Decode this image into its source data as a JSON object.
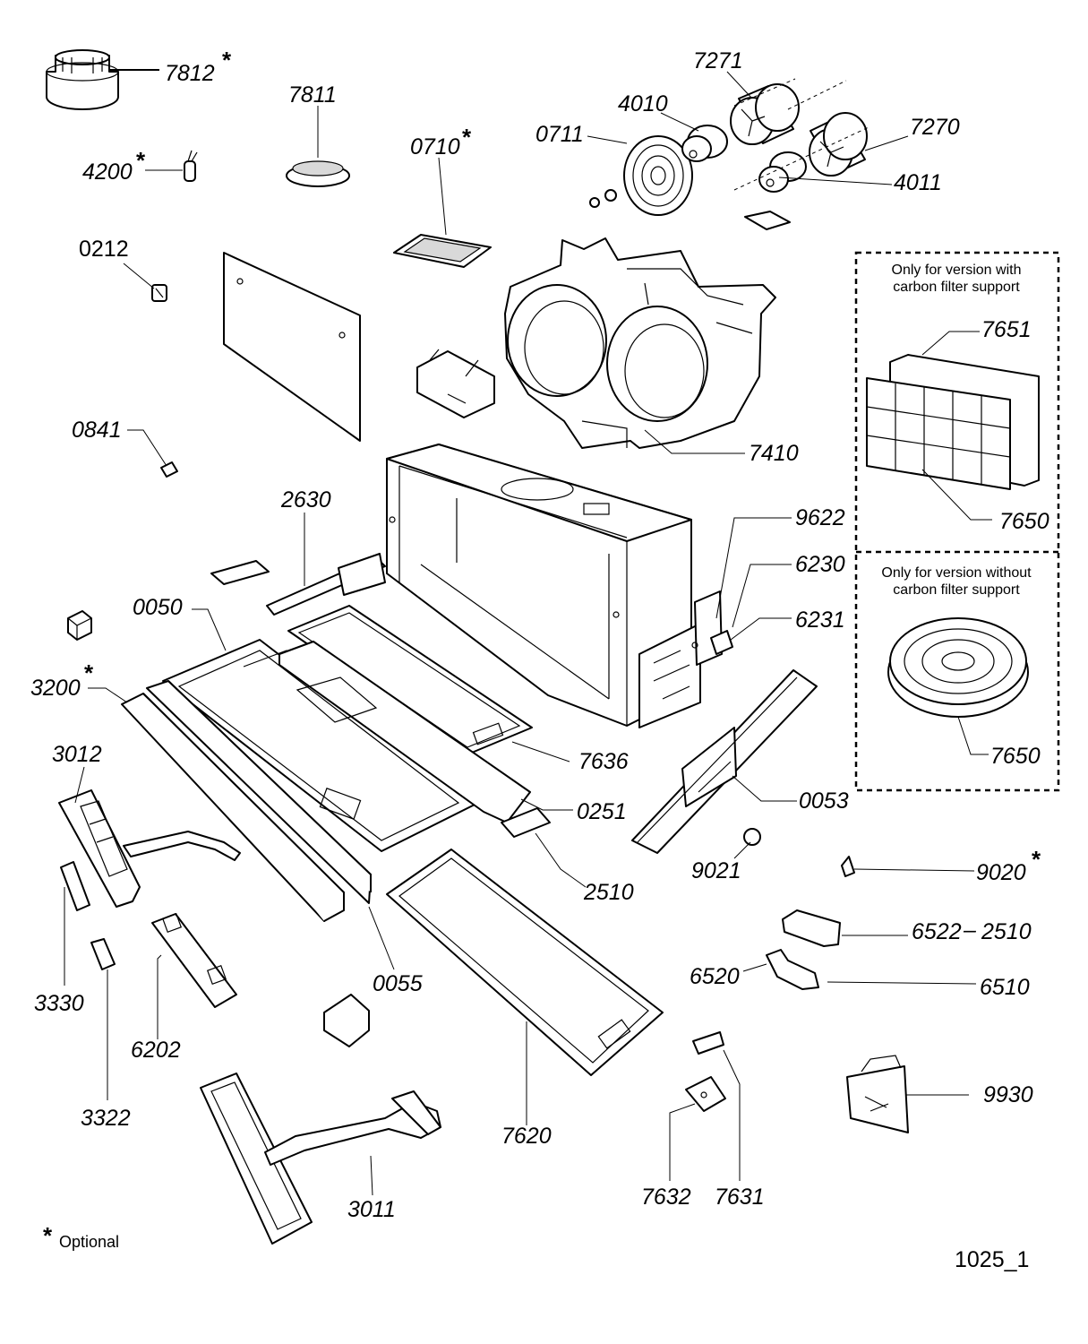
{
  "labels": {
    "p7812": "7812",
    "p7811": "7811",
    "p4200": "4200",
    "p0710": "0710",
    "p0711": "0711",
    "p4010": "4010",
    "p7271": "7271",
    "p7270": "7270",
    "p4011": "4011",
    "p0212": "0212",
    "p7410": "7410",
    "p0841": "0841",
    "p2630": "2630",
    "p9622": "9622",
    "p6230": "6230",
    "p6231": "6231",
    "p0050": "0050",
    "p3200": "3200",
    "p7636": "7636",
    "p0251": "0251",
    "p3012": "3012",
    "p0053": "0053",
    "p2510": "2510",
    "p9021": "9021",
    "p9020": "9020",
    "p6522": "6522",
    "p6522b": "2510",
    "p6520": "6520",
    "p6510": "6510",
    "p0055": "0055",
    "p3330": "3330",
    "p6202": "6202",
    "p3322": "3322",
    "p7620": "7620",
    "p9930": "9930",
    "p3011": "3011",
    "p7632": "7632",
    "p7631": "7631",
    "p7651": "7651",
    "p7650a": "7650",
    "p7650b": "7650"
  },
  "star": "*",
  "dash": "–",
  "box_with": {
    "line1": "Only for version with",
    "line2": "carbon filter support"
  },
  "box_without": {
    "line1": "Only for version without",
    "line2": "carbon filter support"
  },
  "legend": {
    "star": "*",
    "text": "Optional"
  },
  "drawing_ref": "1025_1"
}
